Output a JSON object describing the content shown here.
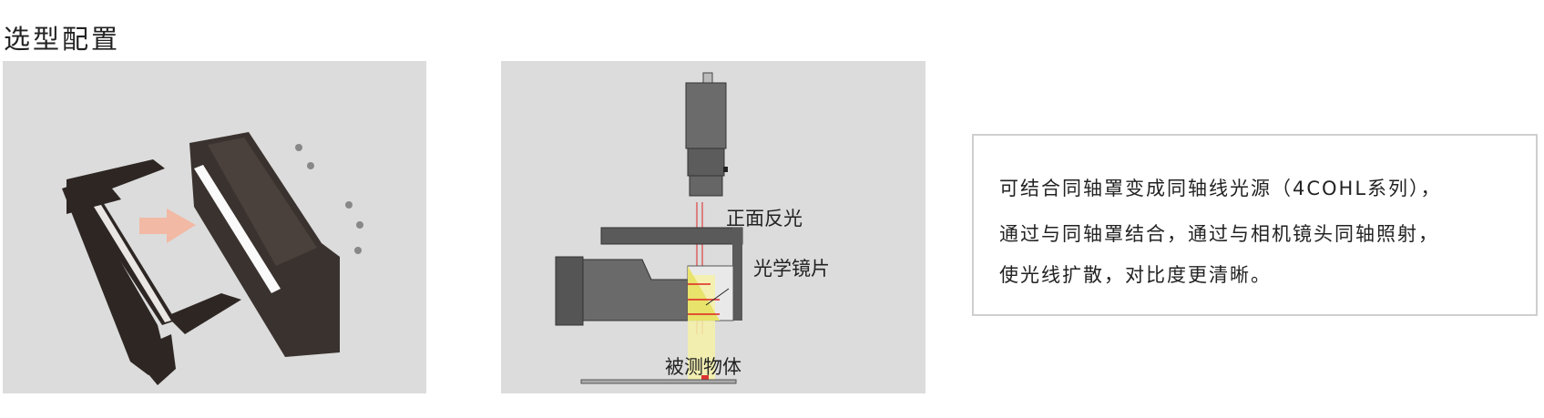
{
  "section_title": "选型配置",
  "diagram": {
    "label_front_reflection": "正面反光",
    "label_optical_lens": "光学镜片",
    "label_object": "被测物体"
  },
  "description": {
    "lines": [
      "可结合同轴罩变成同轴线光源（4COHL系列），",
      "通过与同轴罩结合，通过与相机镜头同轴照射，",
      "使光线扩散，对比度更清晰。"
    ]
  }
}
